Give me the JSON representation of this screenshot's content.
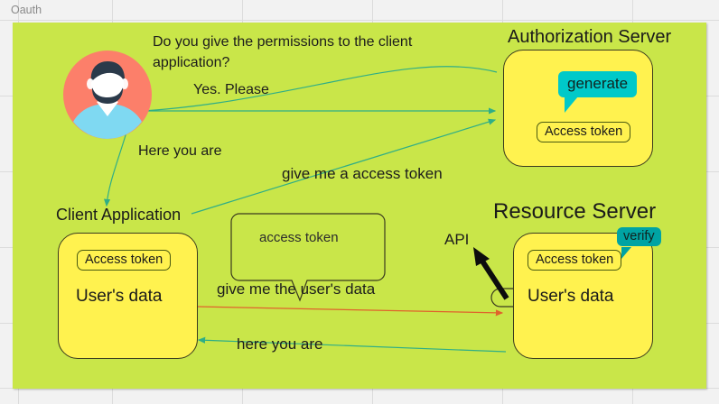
{
  "spreadsheet": {
    "cell_label": "Oauth"
  },
  "diagram": {
    "title": "OAuth flow diagram",
    "colors": {
      "canvas_green": "#c9e649",
      "node_yellow": "#fff24f",
      "bubble_teal": "#00c9c9",
      "bubble_teal_dark": "#00a3a3",
      "arrow_green": "#3fbf7f",
      "arrow_orange": "#e8733c",
      "avatar_circle": "#fc7f6a",
      "avatar_shirt": "#7fd9f2",
      "avatar_hair": "#2b3a4a"
    },
    "actors": {
      "user_avatar_icon": "user-avatar-icon",
      "authorization_server": {
        "title": "Authorization Server",
        "token_chip": "Access token",
        "bubble": "generate"
      },
      "client_application": {
        "title": "Client Application",
        "token_chip": "Access token",
        "body": "User's data"
      },
      "resource_server": {
        "title": "Resource Server",
        "token_chip": "Access token",
        "body": "User's data",
        "bubble": "verify",
        "api_label": "API"
      }
    },
    "callout": {
      "access_token": "access token"
    },
    "flows": [
      {
        "id": "permissions-question",
        "label": "Do you give the permissions to the client application?"
      },
      {
        "id": "yes-please",
        "label": "Yes. Please"
      },
      {
        "id": "here-you-are-top",
        "label": "Here you are"
      },
      {
        "id": "give-me-access-token",
        "label": "give me a access token"
      },
      {
        "id": "give-me-user-data",
        "label": "give me the user's data"
      },
      {
        "id": "here-you-are-bottom",
        "label": "here you are"
      }
    ]
  }
}
